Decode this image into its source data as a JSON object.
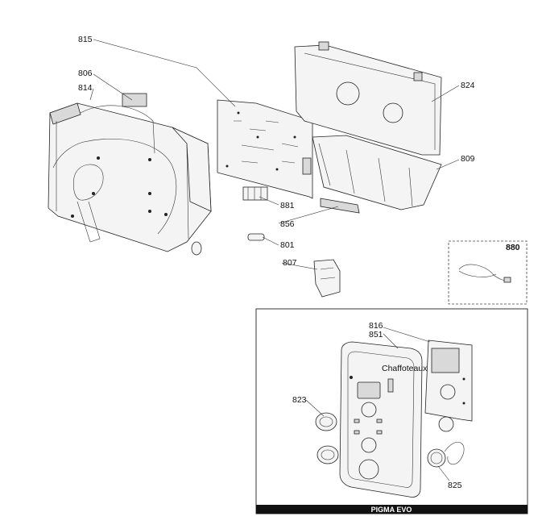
{
  "callouts": {
    "c815": "815",
    "c806": "806",
    "c814": "814",
    "c824": "824",
    "c809": "809",
    "c881": "881",
    "c856": "856",
    "c801": "801",
    "c807": "807",
    "c880": "880",
    "c816": "816",
    "c851": "851",
    "c823": "823",
    "c825": "825"
  },
  "inset": {
    "banner": "PIGMA EVO",
    "brand": "Chaffoteaux"
  }
}
